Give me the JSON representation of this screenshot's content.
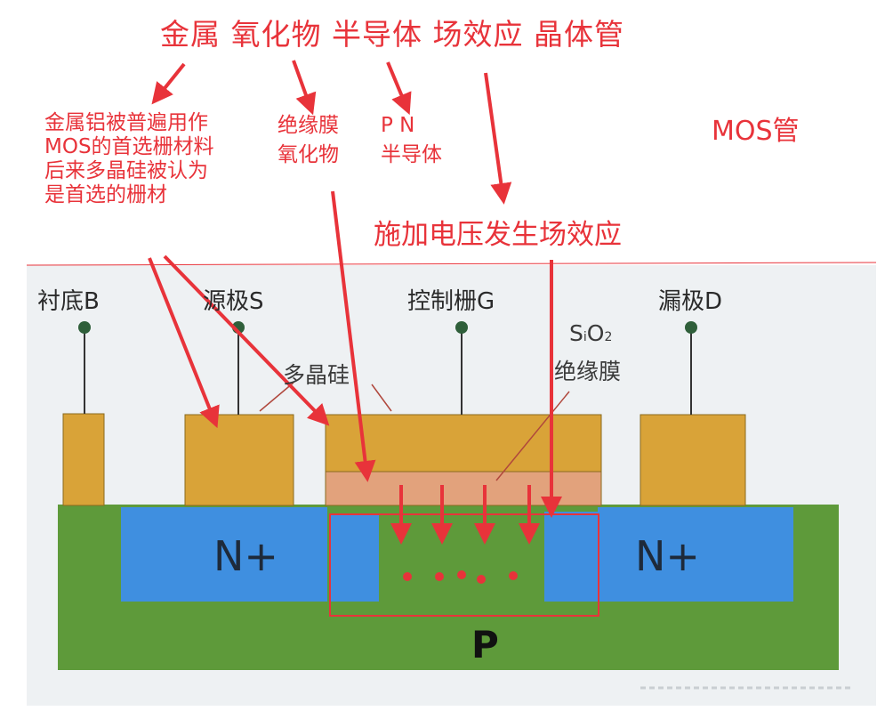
{
  "title": "金属 氧化物 半导体 场效应 晶体管",
  "annotations": {
    "metal_note": [
      "金属铝被普遍用作",
      "MOS的首选栅材料",
      "后来多晶硅被认为",
      "是首选的栅材"
    ],
    "oxide_note": [
      "绝缘膜",
      "氧化物"
    ],
    "semi_note": [
      "P N",
      "半导体"
    ],
    "mos": "MOS管",
    "field": "施加电压发生场效应"
  },
  "diagram": {
    "substrate": "衬底B",
    "source": "源极S",
    "gate": "控制栅G",
    "drain": "漏极D",
    "poly": "多晶硅",
    "sio2_main": "S",
    "sio2_sub1": "i",
    "sio2_mid": "O",
    "sio2_sub2": "2",
    "insulator": "绝缘膜",
    "n_left": "N+",
    "n_right": "N+",
    "p": "P"
  },
  "colors": {
    "red": "#e8333a",
    "green": "#5e9a3a",
    "blue": "#3f8fe0",
    "gold": "#d9a338",
    "oxide": "#e2a27c",
    "panel": "#eef1f3"
  }
}
